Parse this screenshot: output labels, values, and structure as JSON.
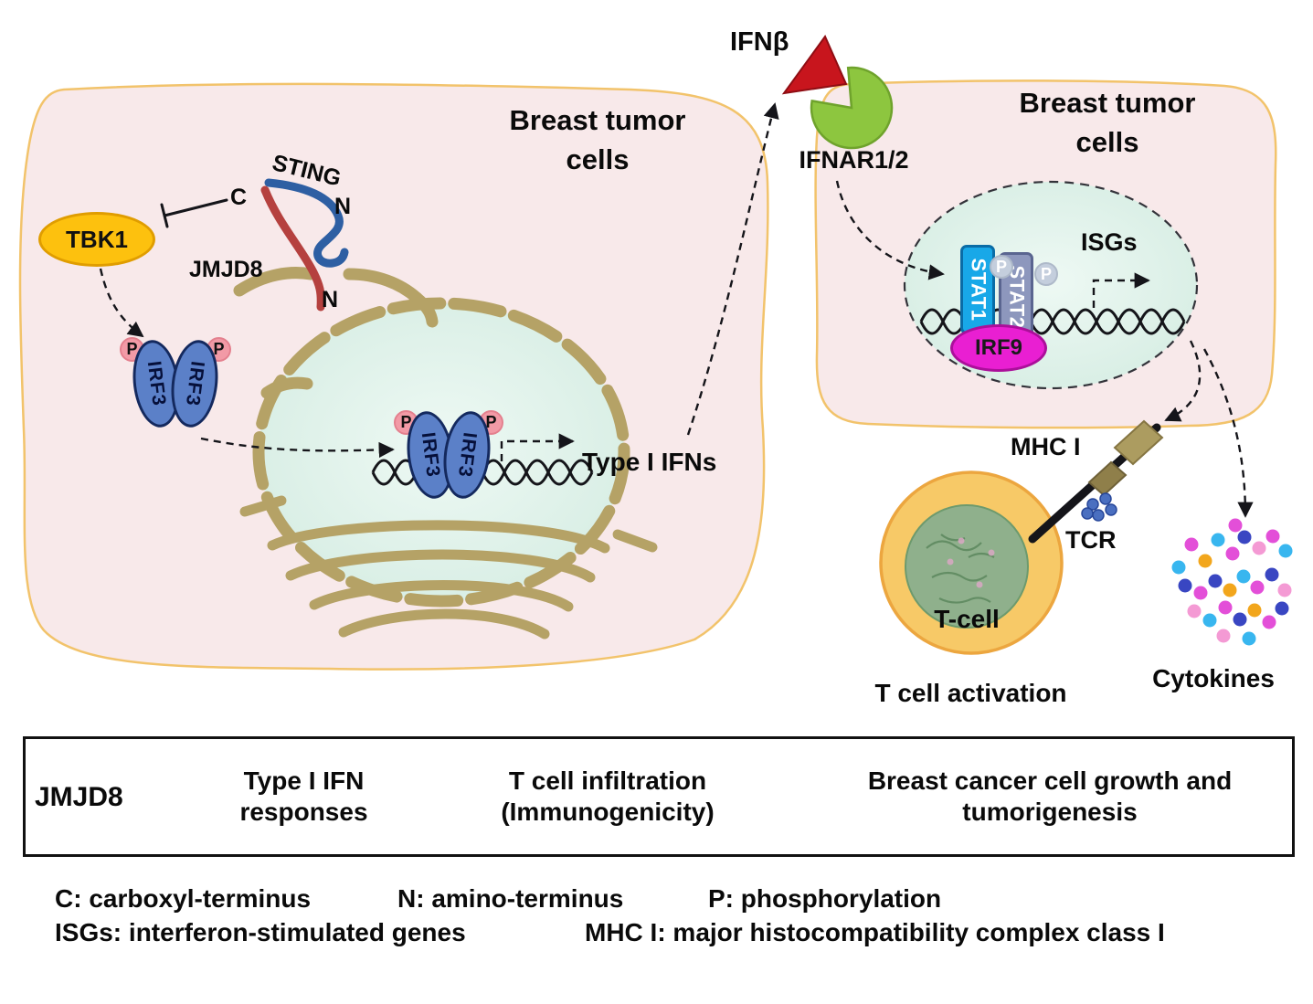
{
  "left_cell": {
    "title": [
      "Breast tumor",
      "cells"
    ],
    "tbk1": "TBK1",
    "sting": "STING",
    "jmjd8": "JMJD8",
    "c_terminus": "C",
    "n_terminus_top": "N",
    "n_terminus_bottom": "N",
    "irf3": "IRF3",
    "phospho": "P",
    "output": "Type I IFNs"
  },
  "signal": {
    "ligand": "IFNβ",
    "receptor": "IFNAR1/2"
  },
  "right_cell": {
    "title": [
      "Breast tumor",
      "cells"
    ],
    "stat1": "STAT1",
    "stat2": "STAT2",
    "phospho": "P",
    "irf9": "IRF9",
    "isgs": "ISGs",
    "mhc1": "MHC I",
    "tcr": "TCR"
  },
  "immune": {
    "tcell": "T-cell",
    "tcell_activation": "T cell activation",
    "cytokines": "Cytokines"
  },
  "summary": {
    "jmjd8": "JMJD8",
    "step1": [
      "Type I IFN",
      "responses"
    ],
    "step2": [
      "T cell infiltration",
      "(Immunogenicity)"
    ],
    "step3": [
      "Breast cancer cell growth and",
      "tumorigenesis"
    ]
  },
  "legend": {
    "c": "C: carboxyl-terminus",
    "n": "N: amino-terminus",
    "p": "P: phosphorylation",
    "isgs": "ISGs: interferon-stimulated genes",
    "mhc": "MHC I: major histocompatibility complex class I"
  },
  "colors": {
    "cell_fill": "#f8e9ea",
    "cell_border": "#f2c36b",
    "membrane_tan": "#b5a266",
    "tbk1_fill": "#fdc10e",
    "irf3_fill": "#5b80c8",
    "phospho_pink": "#f29aa6",
    "stat1_fill": "#18a8e8",
    "stat2_fill": "#8d97bd",
    "irf9_fill": "#e91fd2",
    "ifnar_green": "#8dc63f",
    "ifnb_red": "#c8151d",
    "up_arrow_red": "#c01515",
    "down_arrow_blue": "#6b97c8"
  }
}
